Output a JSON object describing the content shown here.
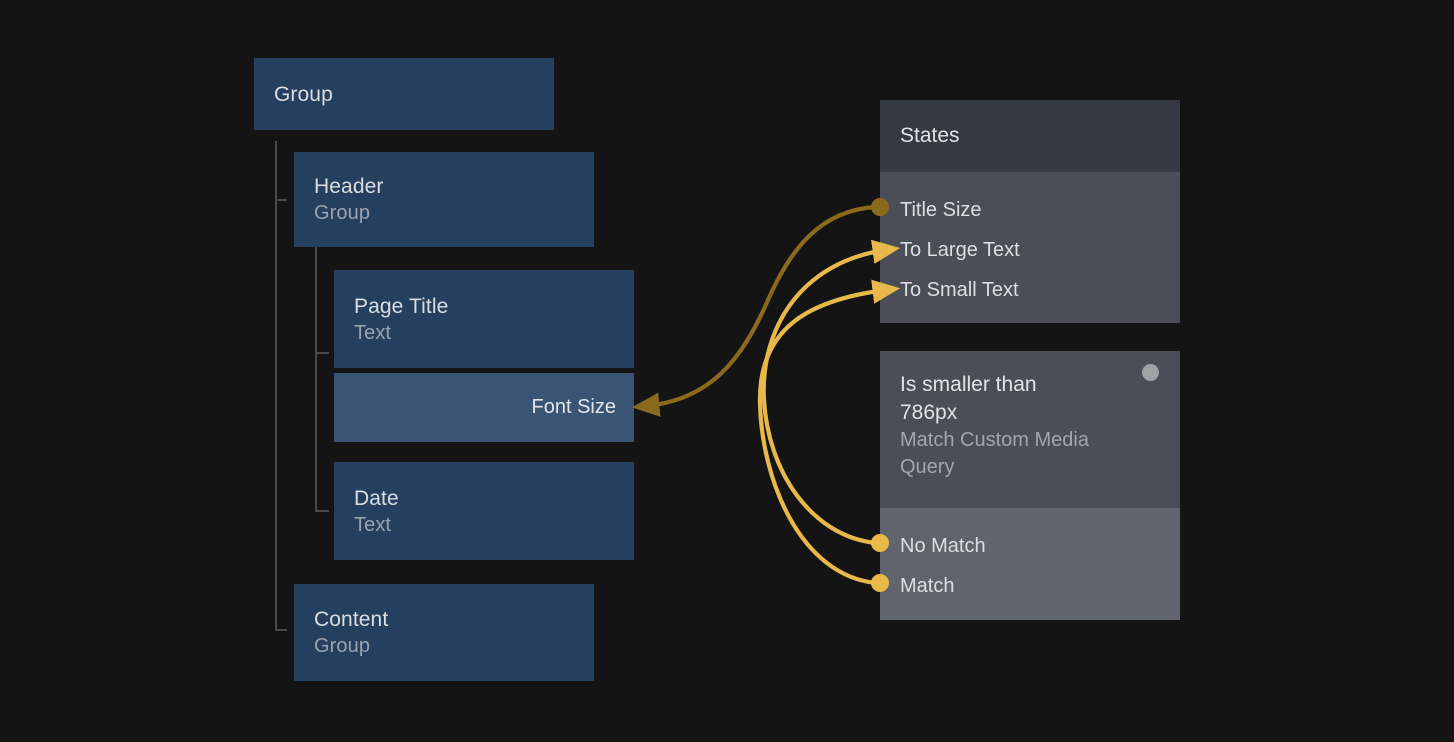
{
  "canvas": {
    "background": "#141414",
    "node_color": "#24405e",
    "property_band_color": "#3a5474",
    "panel_header_color": "#363942",
    "panel_body_color": "#4b4e56",
    "panel2_header_color": "#4b4e56",
    "panel2_body_color": "#61646c",
    "wire_bright": "#e8b94a",
    "wire_dim": "#8a6a1c",
    "connector_line": "#4a4a4a"
  },
  "tree": {
    "root": {
      "title": "Group",
      "subtitle": ""
    },
    "header": {
      "title": "Header",
      "subtitle": "Group"
    },
    "page_title": {
      "title": "Page Title",
      "subtitle": "Text"
    },
    "font_size_property": {
      "label": "Font Size"
    },
    "date": {
      "title": "Date",
      "subtitle": "Text"
    },
    "content": {
      "title": "Content",
      "subtitle": "Group"
    }
  },
  "panels": [
    {
      "id": "states",
      "header": {
        "title": "States",
        "subtitle": ""
      },
      "rows": [
        {
          "label": "Title Size",
          "marker": "dot",
          "marker_color": "#8a6a1c"
        },
        {
          "label": "To Large Text",
          "marker": "arrow",
          "marker_color": "#e8b94a"
        },
        {
          "label": "To Small Text",
          "marker": "arrow",
          "marker_color": "#e8b94a"
        }
      ]
    },
    {
      "id": "media-query",
      "header": {
        "title": "Is smaller than 786px",
        "subtitle": "Match Custom Media Query"
      },
      "indicator": {
        "name": "status-circle",
        "color": "#a0a2a8"
      },
      "rows": [
        {
          "label": "No Match",
          "marker": "dot",
          "marker_color": "#e8b94a"
        },
        {
          "label": "Match",
          "marker": "dot",
          "marker_color": "#e8b94a"
        }
      ]
    }
  ],
  "wires": [
    {
      "from": "Title Size",
      "to": "Font Size",
      "color": "#8a6a1c",
      "arrow_at": "to"
    },
    {
      "from": "No Match",
      "to": "To Large Text",
      "color": "#e8b94a",
      "arrow_at": "to"
    },
    {
      "from": "Match",
      "to": "To Small Text",
      "color": "#e8b94a",
      "arrow_at": "to"
    }
  ]
}
